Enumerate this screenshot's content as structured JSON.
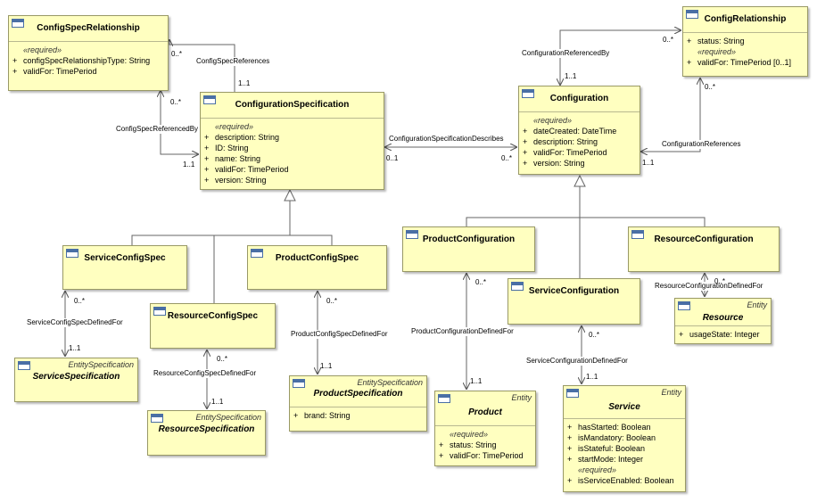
{
  "classes": {
    "config_spec_relationship": {
      "name": "ConfigSpecRelationship",
      "stereotype_block": "«required»",
      "attributes": [
        "configSpecRelationshipType: String",
        "validFor: TimePeriod"
      ]
    },
    "configuration_specification": {
      "name": "ConfigurationSpecification",
      "stereotype_block": "«required»",
      "attributes": [
        "description: String",
        "ID: String",
        "name: String",
        "validFor: TimePeriod",
        "version: String"
      ]
    },
    "configuration": {
      "name": "Configuration",
      "stereotype_block": "«required»",
      "attributes": [
        "dateCreated: DateTime",
        "description: String",
        "validFor: TimePeriod",
        "version: String"
      ]
    },
    "config_relationship": {
      "name": "ConfigRelationship",
      "attributes": [
        "status: String"
      ],
      "stereotype_block": "«required»",
      "required_attributes": [
        "validFor: TimePeriod [0..1]"
      ]
    },
    "service_config_spec": {
      "name": "ServiceConfigSpec"
    },
    "resource_config_spec": {
      "name": "ResourceConfigSpec"
    },
    "product_config_spec": {
      "name": "ProductConfigSpec"
    },
    "product_configuration": {
      "name": "ProductConfiguration"
    },
    "service_configuration": {
      "name": "ServiceConfiguration"
    },
    "resource_configuration": {
      "name": "ResourceConfiguration"
    },
    "service_specification": {
      "name": "ServiceSpecification",
      "stereotype": "EntitySpecification"
    },
    "resource_specification": {
      "name": "ResourceSpecification",
      "stereotype": "EntitySpecification"
    },
    "product_specification": {
      "name": "ProductSpecification",
      "stereotype": "EntitySpecification",
      "attributes": [
        "brand: String"
      ]
    },
    "product": {
      "name": "Product",
      "stereotype": "Entity",
      "stereotype_block": "«required»",
      "attributes": [
        "status: String",
        "validFor: TimePeriod"
      ]
    },
    "service": {
      "name": "Service",
      "stereotype": "Entity",
      "attributes": [
        "hasStarted: Boolean",
        "isMandatory: Boolean",
        "isStateful: Boolean",
        "startMode: Integer"
      ],
      "stereotype_block": "«required»",
      "required_attributes": [
        "isServiceEnabled: Boolean"
      ]
    },
    "resource": {
      "name": "Resource",
      "stereotype": "Entity",
      "attributes": [
        "usageState: Integer"
      ]
    }
  },
  "plus": "+",
  "associations": {
    "config_spec_references": "ConfigSpecReferences",
    "config_spec_referenced_by": "ConfigSpecReferencedBy",
    "configuration_specification_describes": "ConfigurationSpecificationDescribes",
    "configuration_referenced_by": "ConfigurationReferencedBy",
    "configuration_references": "ConfigurationReferences",
    "service_config_spec_defined_for": "ServiceConfigSpecDefinedFor",
    "resource_config_spec_defined_for": "ResourceConfigSpecDefinedFor",
    "product_config_spec_defined_for": "ProductConfigSpecDefinedFor",
    "product_configuration_defined_for": "ProductConfigurationDefinedFor",
    "service_configuration_defined_for": "ServiceConfigurationDefinedFor",
    "resource_configuration_defined_for": "ResourceConfigurationDefinedFor"
  },
  "multiplicities": {
    "many": "0..*",
    "one": "1..1",
    "zero_one": "0..1"
  },
  "colors": {
    "class_fill": "#ffffc0",
    "class_border": "#999966",
    "line": "#555555",
    "icon": "#4a6fa5"
  }
}
